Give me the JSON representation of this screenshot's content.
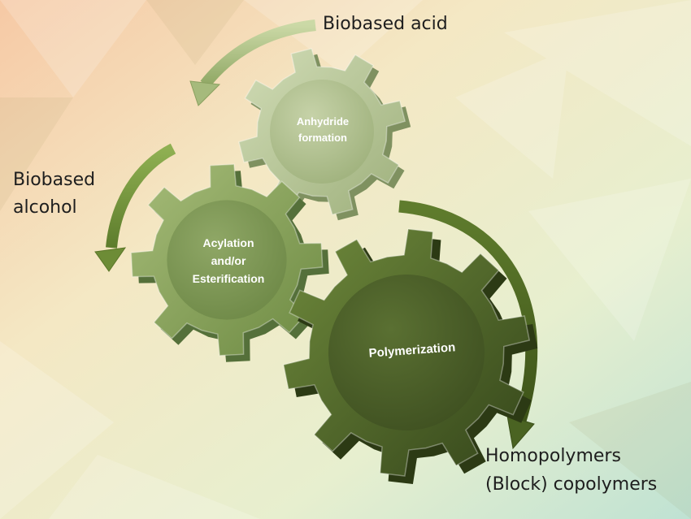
{
  "inputs": {
    "acid": "Biobased acid",
    "alcohol_line1": "Biobased",
    "alcohol_line2": "alcohol"
  },
  "gears": {
    "anhydride": {
      "line1": "Anhydride",
      "line2": "formation",
      "color": "#a9b98a"
    },
    "acylation": {
      "line1": "Acylation",
      "line2": "and/or",
      "line3": "Esterification",
      "color": "#7f9a55"
    },
    "polymerization": {
      "label": "Polymerization",
      "color": "#4d5f2a"
    }
  },
  "outputs": {
    "line1": "Homopolymers",
    "line2": "(Block) copolymers"
  },
  "colors": {
    "arrow_light": "#b7c98f",
    "arrow_mid": "#7b9a45",
    "arrow_dark": "#4a6322"
  }
}
